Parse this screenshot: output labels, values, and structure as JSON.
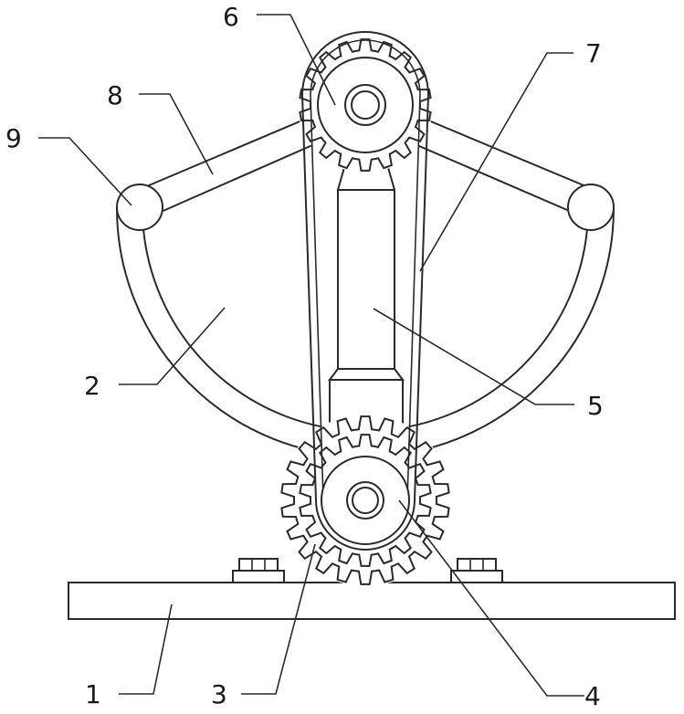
{
  "labels": {
    "l1": "1",
    "l2": "2",
    "l3": "3",
    "l4": "4",
    "l5": "5",
    "l6": "6",
    "l7": "7",
    "l8": "8",
    "l9": "9"
  },
  "colors": {
    "line": "#2a2a2a",
    "background": "#ffffff"
  }
}
